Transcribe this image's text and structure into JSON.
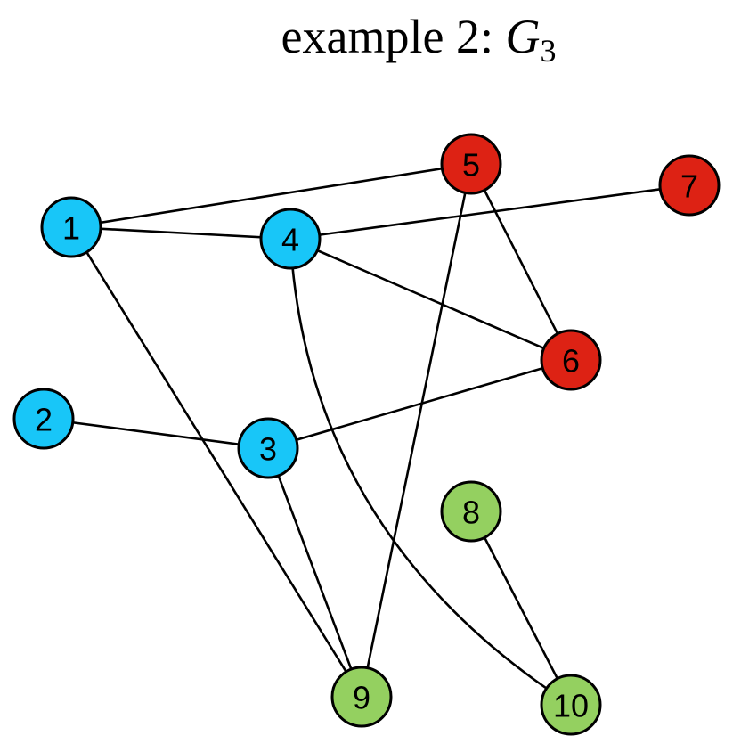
{
  "title": {
    "text": "example 2: ",
    "symbol": "G",
    "subscript": "3"
  },
  "colors": {
    "blue": "#18c6f8",
    "red": "#dd2214",
    "green": "#94d060",
    "edge": "#000000"
  },
  "graph": {
    "nodes": [
      {
        "id": "1",
        "label": "1",
        "color": "blue"
      },
      {
        "id": "2",
        "label": "2",
        "color": "blue"
      },
      {
        "id": "3",
        "label": "3",
        "color": "blue"
      },
      {
        "id": "4",
        "label": "4",
        "color": "blue"
      },
      {
        "id": "5",
        "label": "5",
        "color": "red"
      },
      {
        "id": "6",
        "label": "6",
        "color": "red"
      },
      {
        "id": "7",
        "label": "7",
        "color": "red"
      },
      {
        "id": "8",
        "label": "8",
        "color": "green"
      },
      {
        "id": "9",
        "label": "9",
        "color": "green"
      },
      {
        "id": "10",
        "label": "10",
        "color": "green"
      }
    ],
    "edges": [
      {
        "from": "1",
        "to": "5"
      },
      {
        "from": "1",
        "to": "4"
      },
      {
        "from": "1",
        "to": "9"
      },
      {
        "from": "4",
        "to": "7"
      },
      {
        "from": "4",
        "to": "6"
      },
      {
        "from": "4",
        "to": "10"
      },
      {
        "from": "5",
        "to": "6"
      },
      {
        "from": "5",
        "to": "9"
      },
      {
        "from": "2",
        "to": "3"
      },
      {
        "from": "3",
        "to": "6"
      },
      {
        "from": "3",
        "to": "9"
      },
      {
        "from": "8",
        "to": "10"
      }
    ]
  }
}
